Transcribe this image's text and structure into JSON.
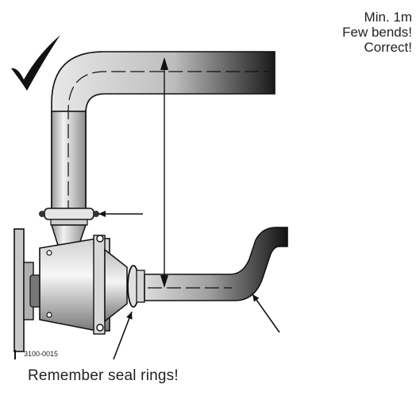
{
  "notes": {
    "line1": "Min.  1m",
    "line2": "Few bends!",
    "line3": "Correct!"
  },
  "checkmark_icon": "checkmark-icon",
  "code_label": "3100-0015",
  "caption": "Remember seal rings!"
}
